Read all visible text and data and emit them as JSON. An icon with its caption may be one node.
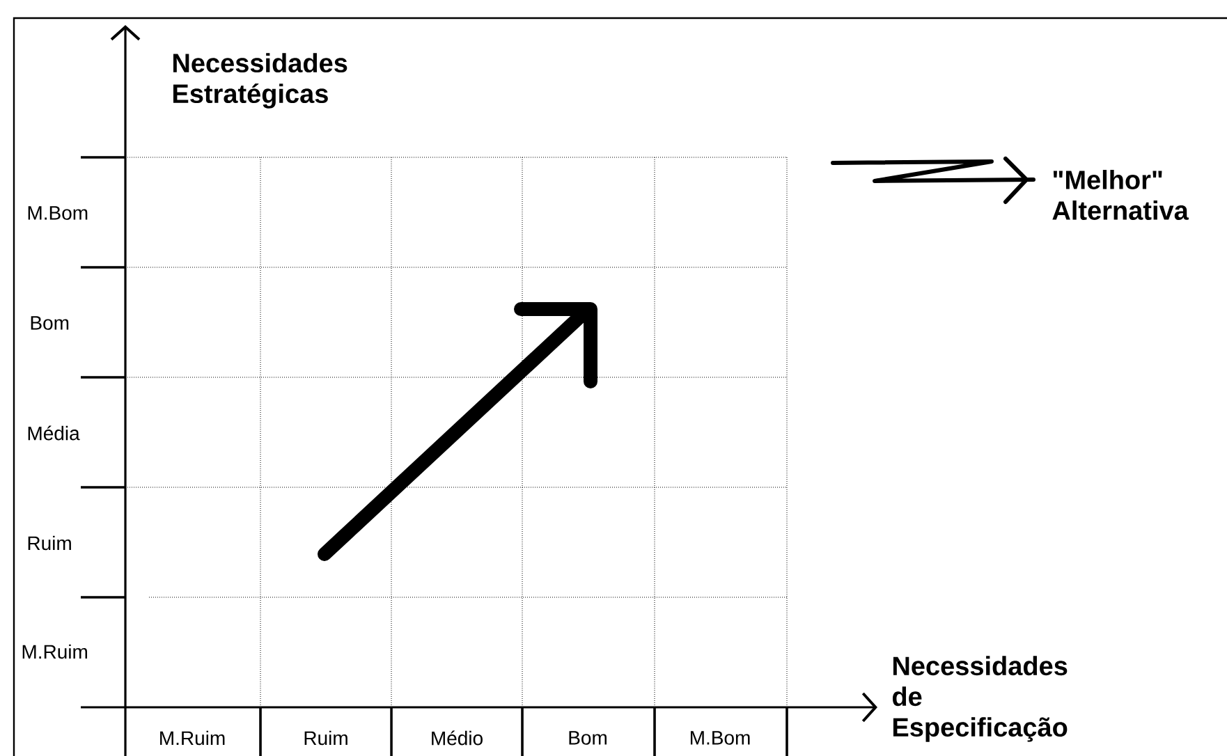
{
  "diagram": {
    "labels": [
      "Necessidades Estratégicas",
      "M.Bom",
      "Bom",
      "Média",
      "Ruim",
      "M.Ruim",
      "Necessidades de Especificação",
      "M.Ruim",
      "Ruim",
      "Médio",
      "Bom",
      "M.Bom"
    ],
    "legend": [
      {
        "text": "\"Melhor\" Alternativa"
      }
    ]
  }
}
